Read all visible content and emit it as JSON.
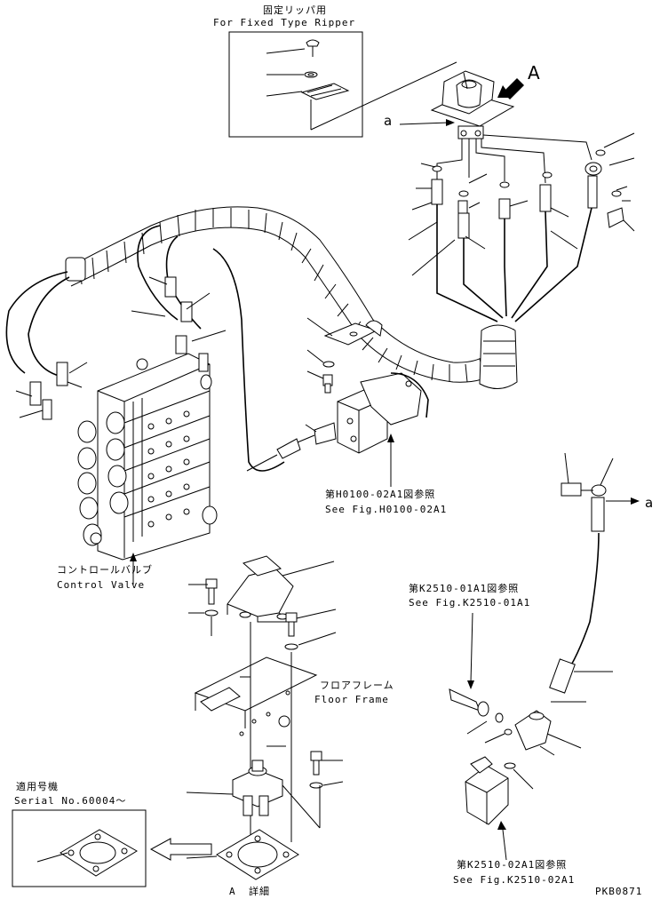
{
  "fixed_ripper": {
    "title_jp": "固定リッパ用",
    "title_en": "For Fixed Type Ripper"
  },
  "view_marker": {
    "letter": "A"
  },
  "ref_a_left": "a",
  "ref_a_right": "a",
  "fig_h0100": {
    "jp": "第H0100-02A1図参照",
    "en": "See Fig.H0100-02A1"
  },
  "control_valve": {
    "jp": "コントロールバルブ",
    "en": "Control Valve"
  },
  "fig_k2510_01": {
    "jp": "第K2510-01A1図参照",
    "en": "See Fig.K2510-01A1"
  },
  "floor_frame": {
    "jp": "フロアフレーム",
    "en": "Floor Frame"
  },
  "serial": {
    "jp": "適用号機",
    "en": "Serial No.60004〜"
  },
  "detail_a": {
    "letter": "A",
    "word": "詳細"
  },
  "fig_k2510_02": {
    "jp": "第K2510-02A1図参照",
    "en": "See Fig.K2510-02A1"
  },
  "drawing_no": "PKB0871"
}
